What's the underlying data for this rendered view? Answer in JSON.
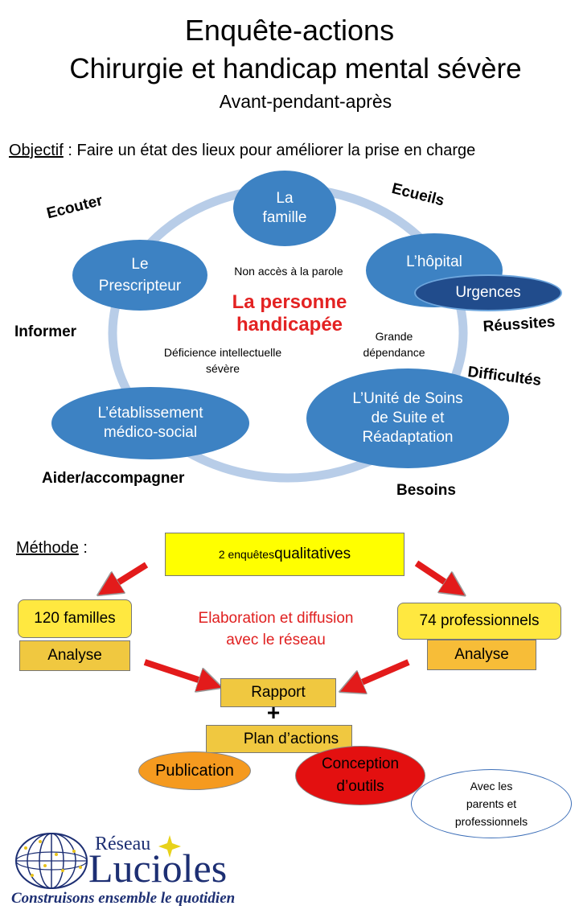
{
  "header": {
    "title_line1": "Enquête-actions",
    "title_line2": "Chirurgie et handicap mental sévère",
    "subtitle": "Avant-pendant-après"
  },
  "objective": {
    "label": "Objectif",
    "sep": " : ",
    "text": "Faire un état des lieux pour améliorer la prise en charge"
  },
  "cycle": {
    "nodes": {
      "famille": [
        "La",
        "famille"
      ],
      "hopital": "L’hôpital",
      "urgences": "Urgences",
      "prescripteur": [
        "Le",
        "Prescripteur"
      ],
      "etablissement": [
        "L’établissement",
        "médico-social"
      ],
      "ussr": [
        "L’Unité de Soins",
        "de Suite et",
        "Réadaptation"
      ]
    },
    "center": {
      "person": [
        "La personne",
        "handicapée"
      ],
      "non_acces": "Non accès à la parole",
      "grande_dependance": [
        "Grande",
        "dépendance"
      ],
      "deficience": [
        "Déficience intellectuelle",
        "sévère"
      ]
    },
    "side_labels": {
      "ecouter": "Ecouter",
      "ecueils": "Ecueils",
      "informer": "Informer",
      "reussites": "Réussites",
      "difficultes": "Difficultés",
      "aider": "Aider/accompagner",
      "besoins": "Besoins"
    }
  },
  "method": {
    "label": "Méthode",
    "sep": " :",
    "enquetes_small": "2 enquêtes ",
    "enquetes_big": "qualitatives",
    "familles": "120 familles",
    "professionnels": "74 professionnels",
    "analyse_left": "Analyse",
    "analyse_right": "Analyse",
    "elaboration": [
      "Elaboration et diffusion",
      "avec le réseau"
    ],
    "rapport": "Rapport",
    "plus": "+",
    "plan": "Plan d’actions",
    "publication": "Publication",
    "conception": [
      "Conception",
      "d’outils"
    ],
    "avec": [
      "Avec les",
      "parents et",
      "professionnels"
    ]
  },
  "logo": {
    "reseau": "Réseau",
    "name": "Lucioles",
    "tagline": "Construisons ensemble le quotidien"
  },
  "colors": {
    "ellipse_blue": "#3d82c3",
    "ring": "#b8cde8",
    "urgences": "#214c8c",
    "red_text": "#e02020",
    "arrow": "#e31b1b",
    "logo_navy": "#1d2f73"
  }
}
